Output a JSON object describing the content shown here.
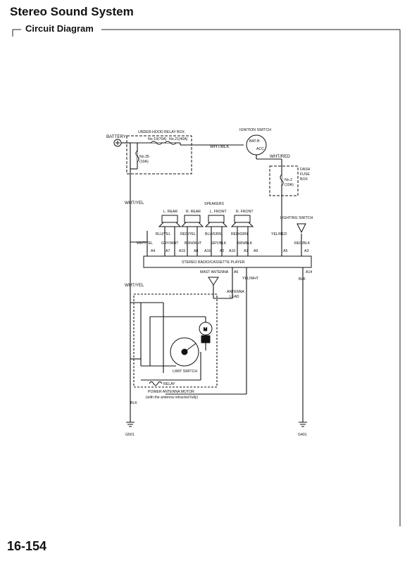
{
  "page": {
    "title": "Stereo Sound System",
    "section": "Circuit Diagram",
    "page_number": "16-154"
  },
  "diagram": {
    "battery": "BATTERY",
    "relay_box": "UNDER-HOOD RELAY BOX",
    "fuse_19": "No.19(70A)",
    "fuse_21": "No.21(40A)",
    "fuse_35": "No.35",
    "fuse_35_rating": "(10A)",
    "wire_wht_blk": "WHT/BLK",
    "ignition_switch": "IGNITION SWITCH",
    "bat_b": "BAT-B",
    "acc": "ACC",
    "wire_wht_red": "WHT/RED",
    "dash_fuse_box_1": "DASH",
    "dash_fuse_box_2": "FUSE",
    "dash_fuse_box_3": "BOX",
    "fuse_2": "No.2",
    "fuse_2_rating": "(10A)",
    "wire_wht_yel": "WHT/YEL",
    "speakers": "SPEAKERS",
    "spk_l_rear": "L. REAR",
    "spk_r_rear": "R. REAR",
    "spk_l_front": "L. FRONT",
    "spk_r_front": "R. FRONT",
    "lighting_switch": "LIGHTING SWITCH",
    "w_blu_yel": "BLU/YEL",
    "w_red_yel": "RED/YEL",
    "w_blu_grn": "BLU/GRN",
    "w_red_grn": "RED/GRN",
    "w_yel_red": "YEL/RED",
    "w_wht_yel_a4": "WHT/YEL",
    "w_gry_wht": "GRY/WHT",
    "w_brn_wht": "BRN/WHT",
    "w_gry_blk": "GRY/BLK",
    "w_brn_blk": "BRN/BLK",
    "w_red_blk": "RED/BLK",
    "pin_a4": "A4",
    "pin_a7": "A7",
    "pin_a15": "A15",
    "pin_a8": "A8",
    "pin_a16": "A16",
    "pin_a2": "A2",
    "pin_a10": "A10",
    "pin_a1": "A1",
    "pin_a9": "A9",
    "pin_a5": "A5",
    "pin_a3": "A3",
    "pin_a6": "A6",
    "pin_a14": "A14",
    "radio": "STEREO RADIO/CASSETTE PLAYER",
    "mast_antenna": "MAST ANTENNA",
    "antenna_lead_1": "ANTENNA",
    "antenna_lead_2": "LEAD",
    "w_yel_wht": "YEL/WHT",
    "w_blk_right": "BLK",
    "w_wht_yel_left": "WHT/YEL",
    "limit_switch": "LIMIT SWITCH",
    "relay": "RELAY",
    "power_antenna_motor": "POWER ANTENNA MOTOR",
    "motor_note": "(with the antenna retracted fully)",
    "w_blk_left": "BLK",
    "ground_g501": "G501",
    "ground_g401": "G401"
  }
}
